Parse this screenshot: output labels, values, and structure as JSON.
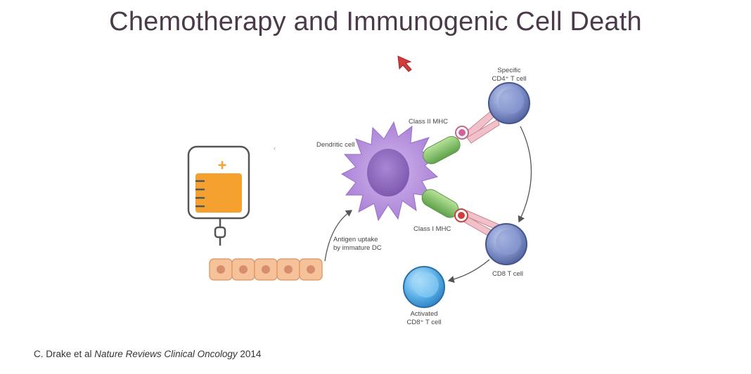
{
  "slide": {
    "title": "Chemotherapy and Immunogenic Cell Death",
    "citation": {
      "authors": "C. Drake et al",
      "journal": "Nature Reviews Clinical Oncology",
      "year": "2014"
    }
  },
  "diagram": {
    "labels": {
      "dendritic_cell": "Dendritic cell",
      "class_ii_mhc": "Class II MHC",
      "class_i_mhc": "Class I MHC",
      "cd4_line1": "Specific",
      "cd4_line2": "CD4⁺ T cell",
      "cd8": "CD8 T cell",
      "activated_line1": "Activated",
      "activated_line2": "CD8⁺ T cell",
      "antigen_line1": "Antigen uptake",
      "antigen_line2": "by immature DC",
      "iv_bag_symbol": "+"
    }
  },
  "colors": {
    "title": "#4a3a4a",
    "dendritic_cell": "#b48ddc",
    "dendritic_nucleus": "#8b63b8",
    "tcell_blue": "#6f85c0",
    "activated_tcell": "#4aa3e0",
    "tcr_green": "#7fbf6a",
    "mhc_pink": "#d98aa5",
    "iv_bag_fluid": "#f4a12f",
    "tumor_cells": "#f6c29a"
  },
  "cursor": {
    "icon": "cursor-arrow-icon"
  }
}
